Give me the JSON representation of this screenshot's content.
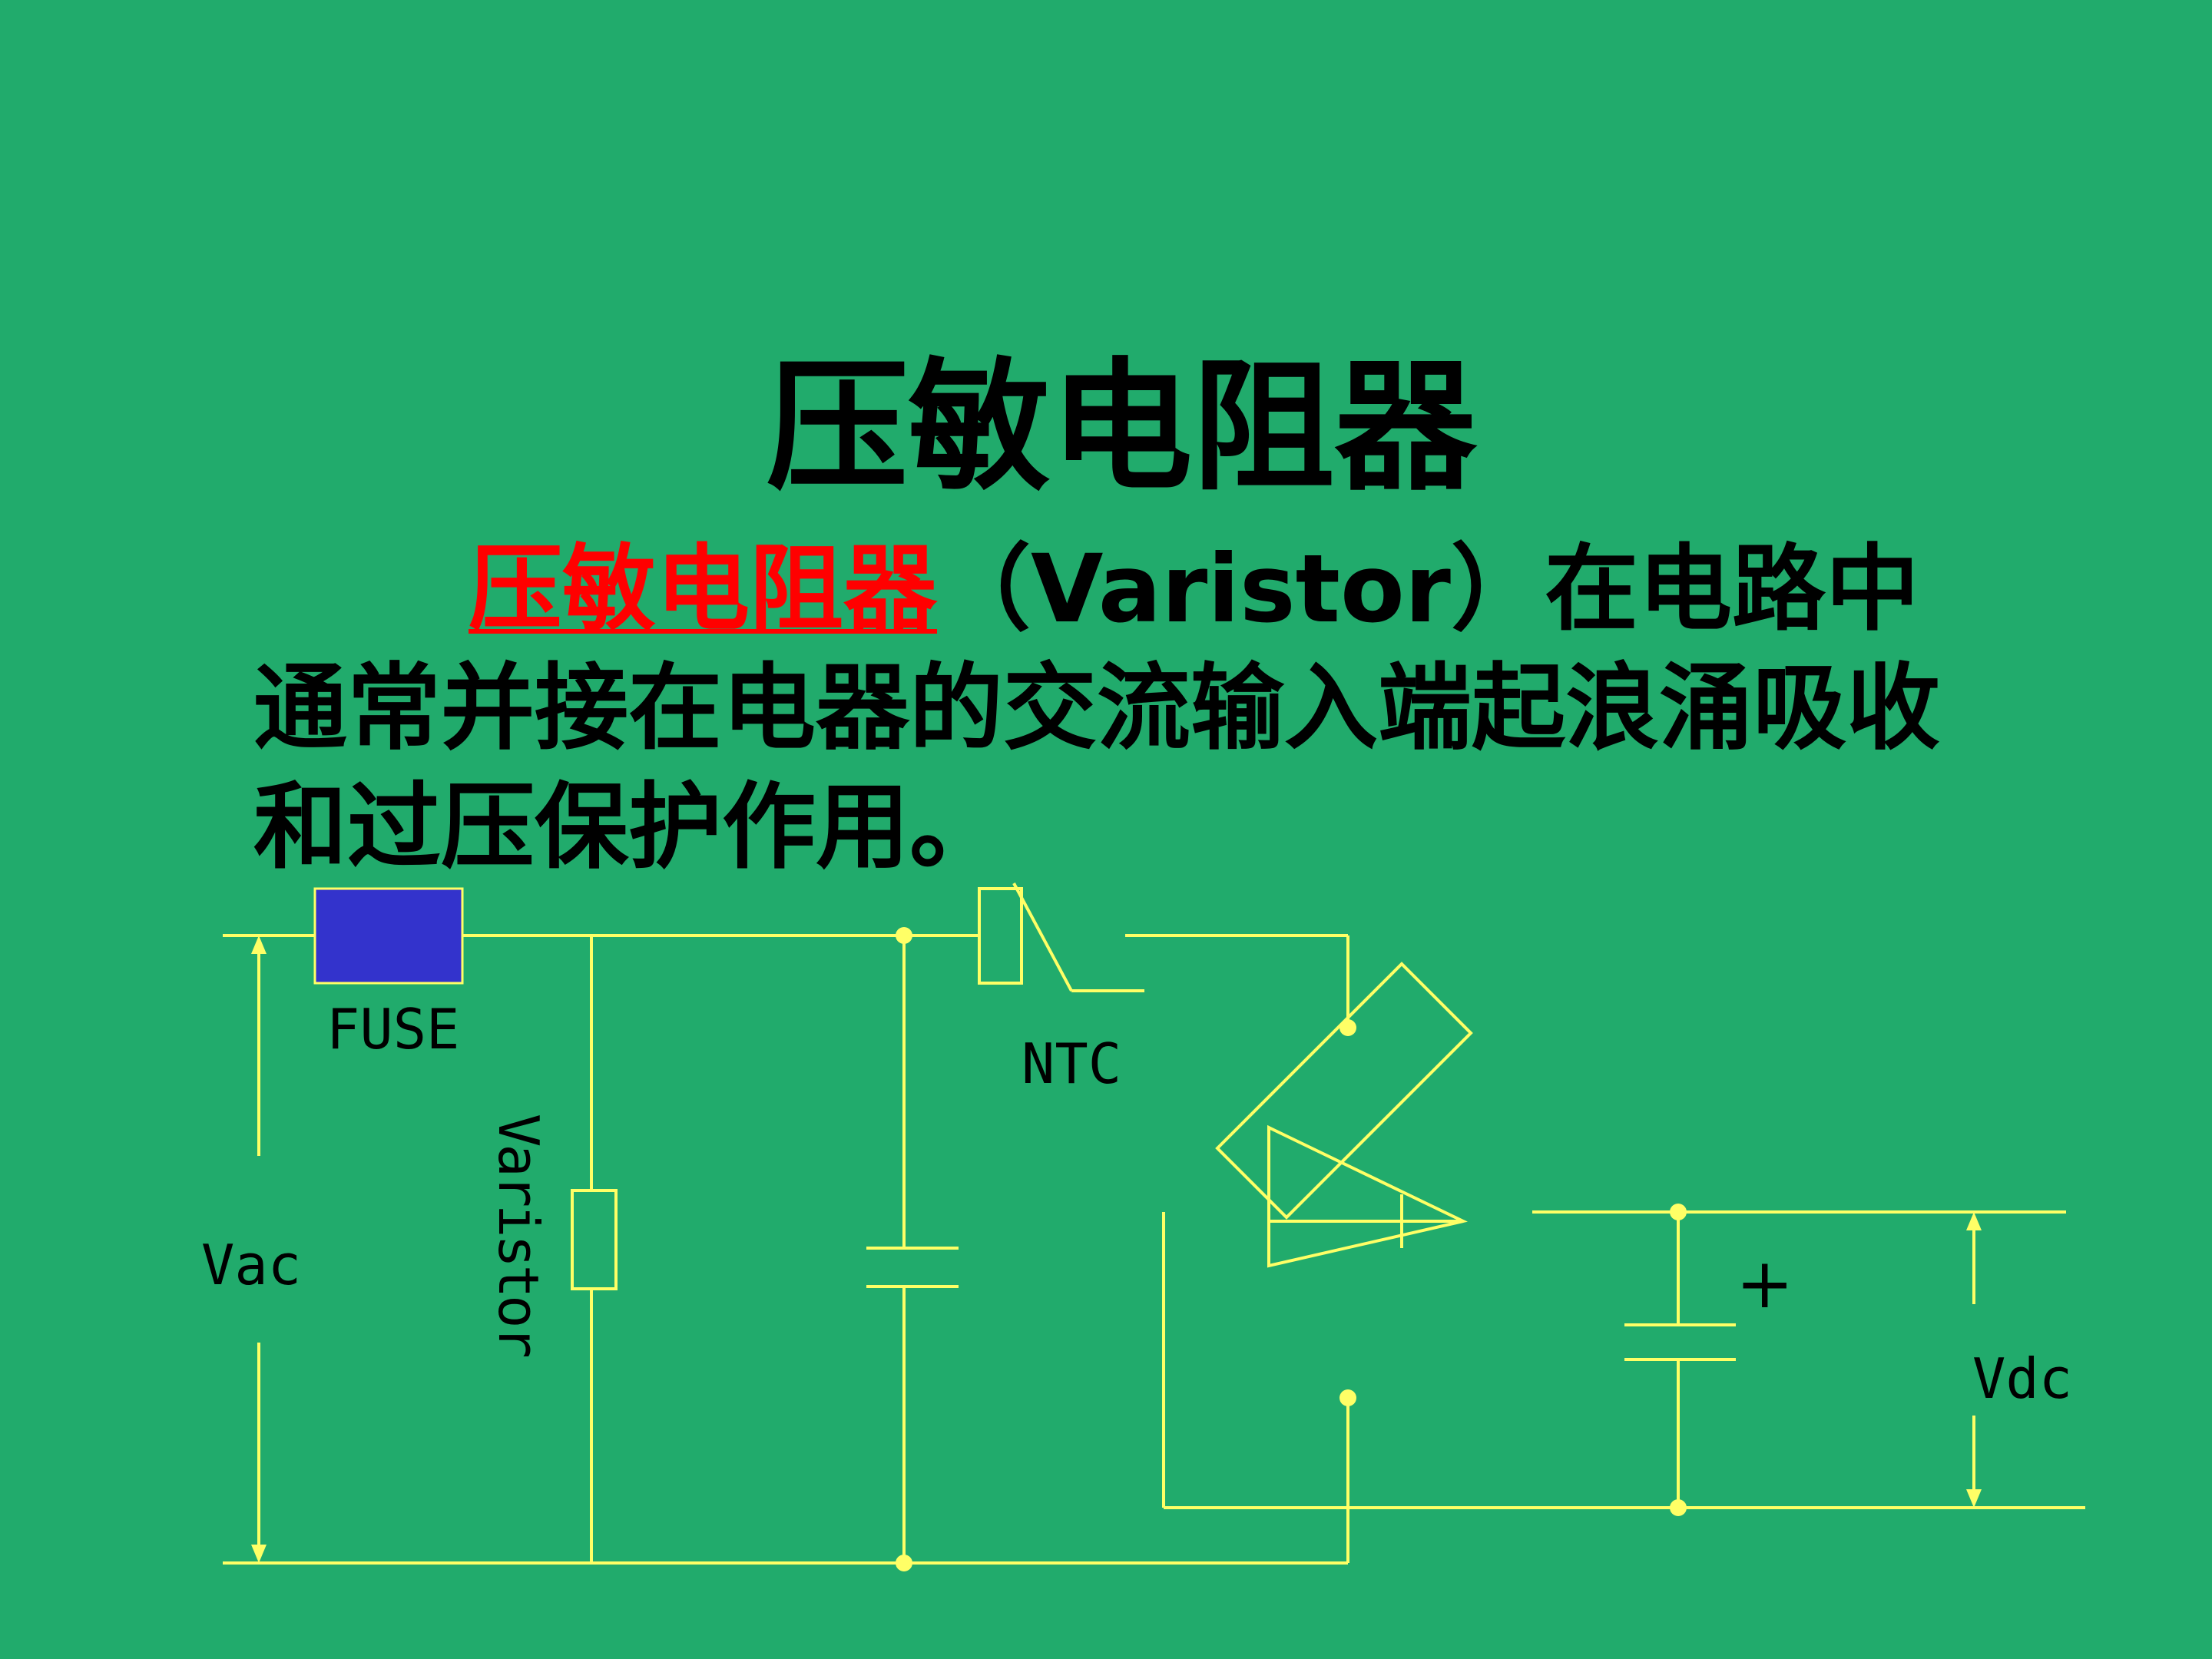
{
  "title": "压敏电阻器",
  "paragraph": {
    "highlight": "压敏电阻器",
    "text": "（Varistor）在电路中通常并接在电器的交流输入端起浪涌吸收和过压保护作用。"
  },
  "circuit": {
    "labels": {
      "fuse": "FUSE",
      "ntc": "NTC",
      "vac": "Vac",
      "varistor": "Varistor",
      "vdc": "Vdc",
      "plus": "+"
    }
  },
  "colors": {
    "background": "#21ab6c",
    "wire": "#ffff66",
    "fuse_fill": "#3333cc",
    "highlight": "#ff0000"
  }
}
